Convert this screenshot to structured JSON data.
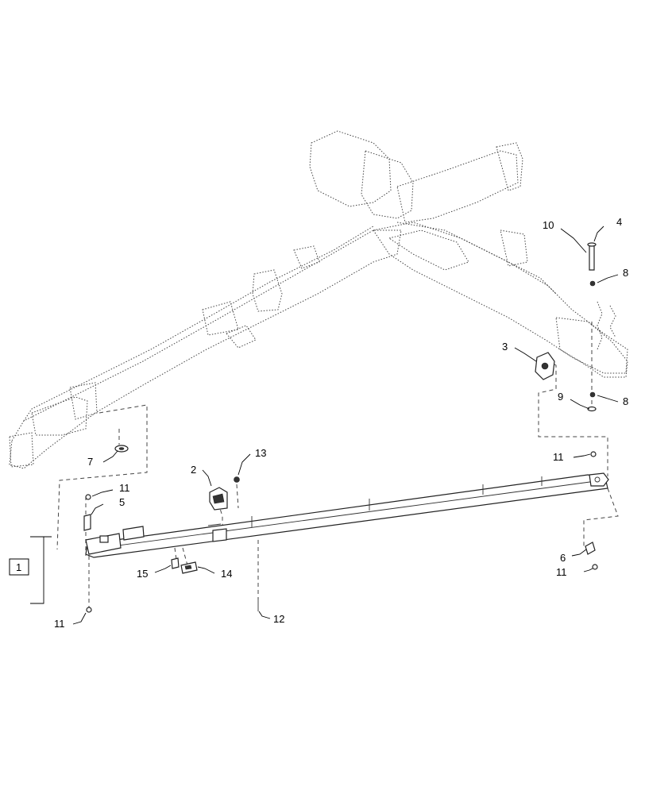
{
  "callouts": {
    "c1": "1",
    "c2": "2",
    "c3": "3",
    "c4": "4",
    "c5": "5",
    "c6": "6",
    "c7": "7",
    "c8a": "8",
    "c8b": "8",
    "c9": "9",
    "c10": "10",
    "c11a": "11",
    "c11b": "11",
    "c11c": "11",
    "c11d": "11",
    "c12": "12",
    "c13": "13",
    "c14": "14",
    "c15": "15"
  }
}
